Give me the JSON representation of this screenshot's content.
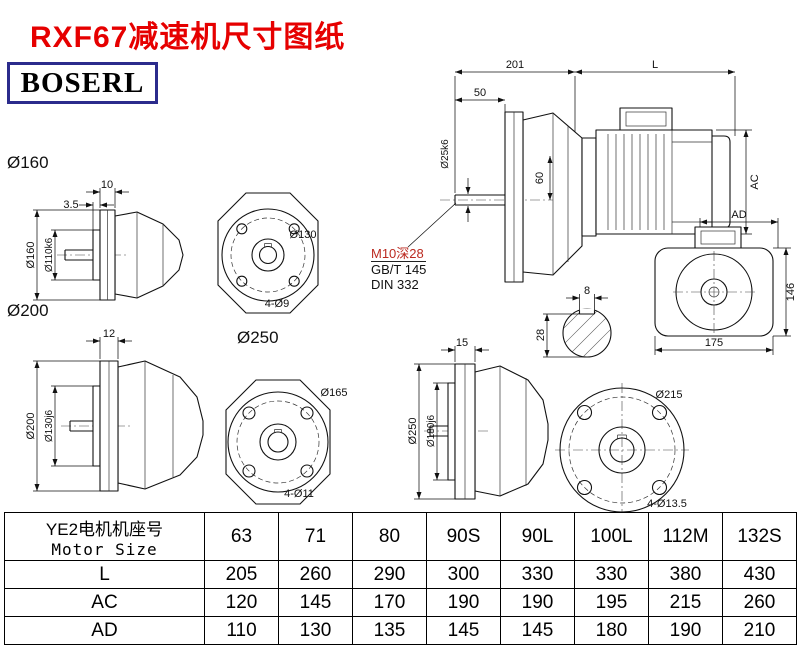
{
  "sheet": {
    "title": "RXF67减速机尺寸图纸",
    "brand": "BOSERL"
  },
  "group_labels": {
    "g160": "Ø160",
    "g200": "Ø200",
    "g250": "Ø250"
  },
  "main_view": {
    "dim_201": "201",
    "dim_L": "L",
    "dim_50": "50",
    "dim_shaft": "Ø25k6",
    "dim_60": "60",
    "dim_AC": "AC",
    "note_thread": "M10深28",
    "note_gb": "GB/T 145",
    "note_din": "DIN 332"
  },
  "motor_rear_view": {
    "dim_AD": "AD",
    "dim_146": "146",
    "dim_175": "175"
  },
  "shaft_section": {
    "dim_8": "8",
    "dim_28": "28"
  },
  "view160": {
    "side": {
      "dim_10": "10",
      "dim_35": "3.5",
      "dim_outer": "Ø160",
      "dim_spigot": "Ø110k6"
    },
    "front": {
      "dim_bolt_circle": "Ø130",
      "dim_holes": "4-Ø9"
    }
  },
  "view200": {
    "side": {
      "dim_12": "12",
      "dim_outer": "Ø200",
      "dim_spigot": "Ø130j6"
    },
    "front": {
      "dim_bolt_circle": "Ø165",
      "dim_holes": "4-Ø11"
    }
  },
  "view250": {
    "side": {
      "dim_15": "15",
      "dim_outer": "Ø250",
      "dim_spigot": "Ø180j6"
    },
    "front": {
      "dim_bolt_circle": "Ø215",
      "dim_holes": "4-Ø13.5"
    }
  },
  "table": {
    "header_line1": "YE2电机机座号",
    "header_line2": "Motor Size",
    "columns": [
      "63",
      "71",
      "80",
      "90S",
      "90L",
      "100L",
      "112M",
      "132S"
    ],
    "rows": [
      {
        "label": "L",
        "values": [
          "205",
          "260",
          "290",
          "300",
          "330",
          "330",
          "380",
          "430"
        ]
      },
      {
        "label": "AC",
        "values": [
          "120",
          "145",
          "170",
          "190",
          "190",
          "195",
          "215",
          "260"
        ]
      },
      {
        "label": "AD",
        "values": [
          "110",
          "130",
          "135",
          "145",
          "145",
          "180",
          "190",
          "210"
        ]
      }
    ]
  },
  "colors": {
    "title_red": "#e60000",
    "note_red": "#bb2a20",
    "brand_border": "#2b2b8c",
    "line": "#111111"
  }
}
